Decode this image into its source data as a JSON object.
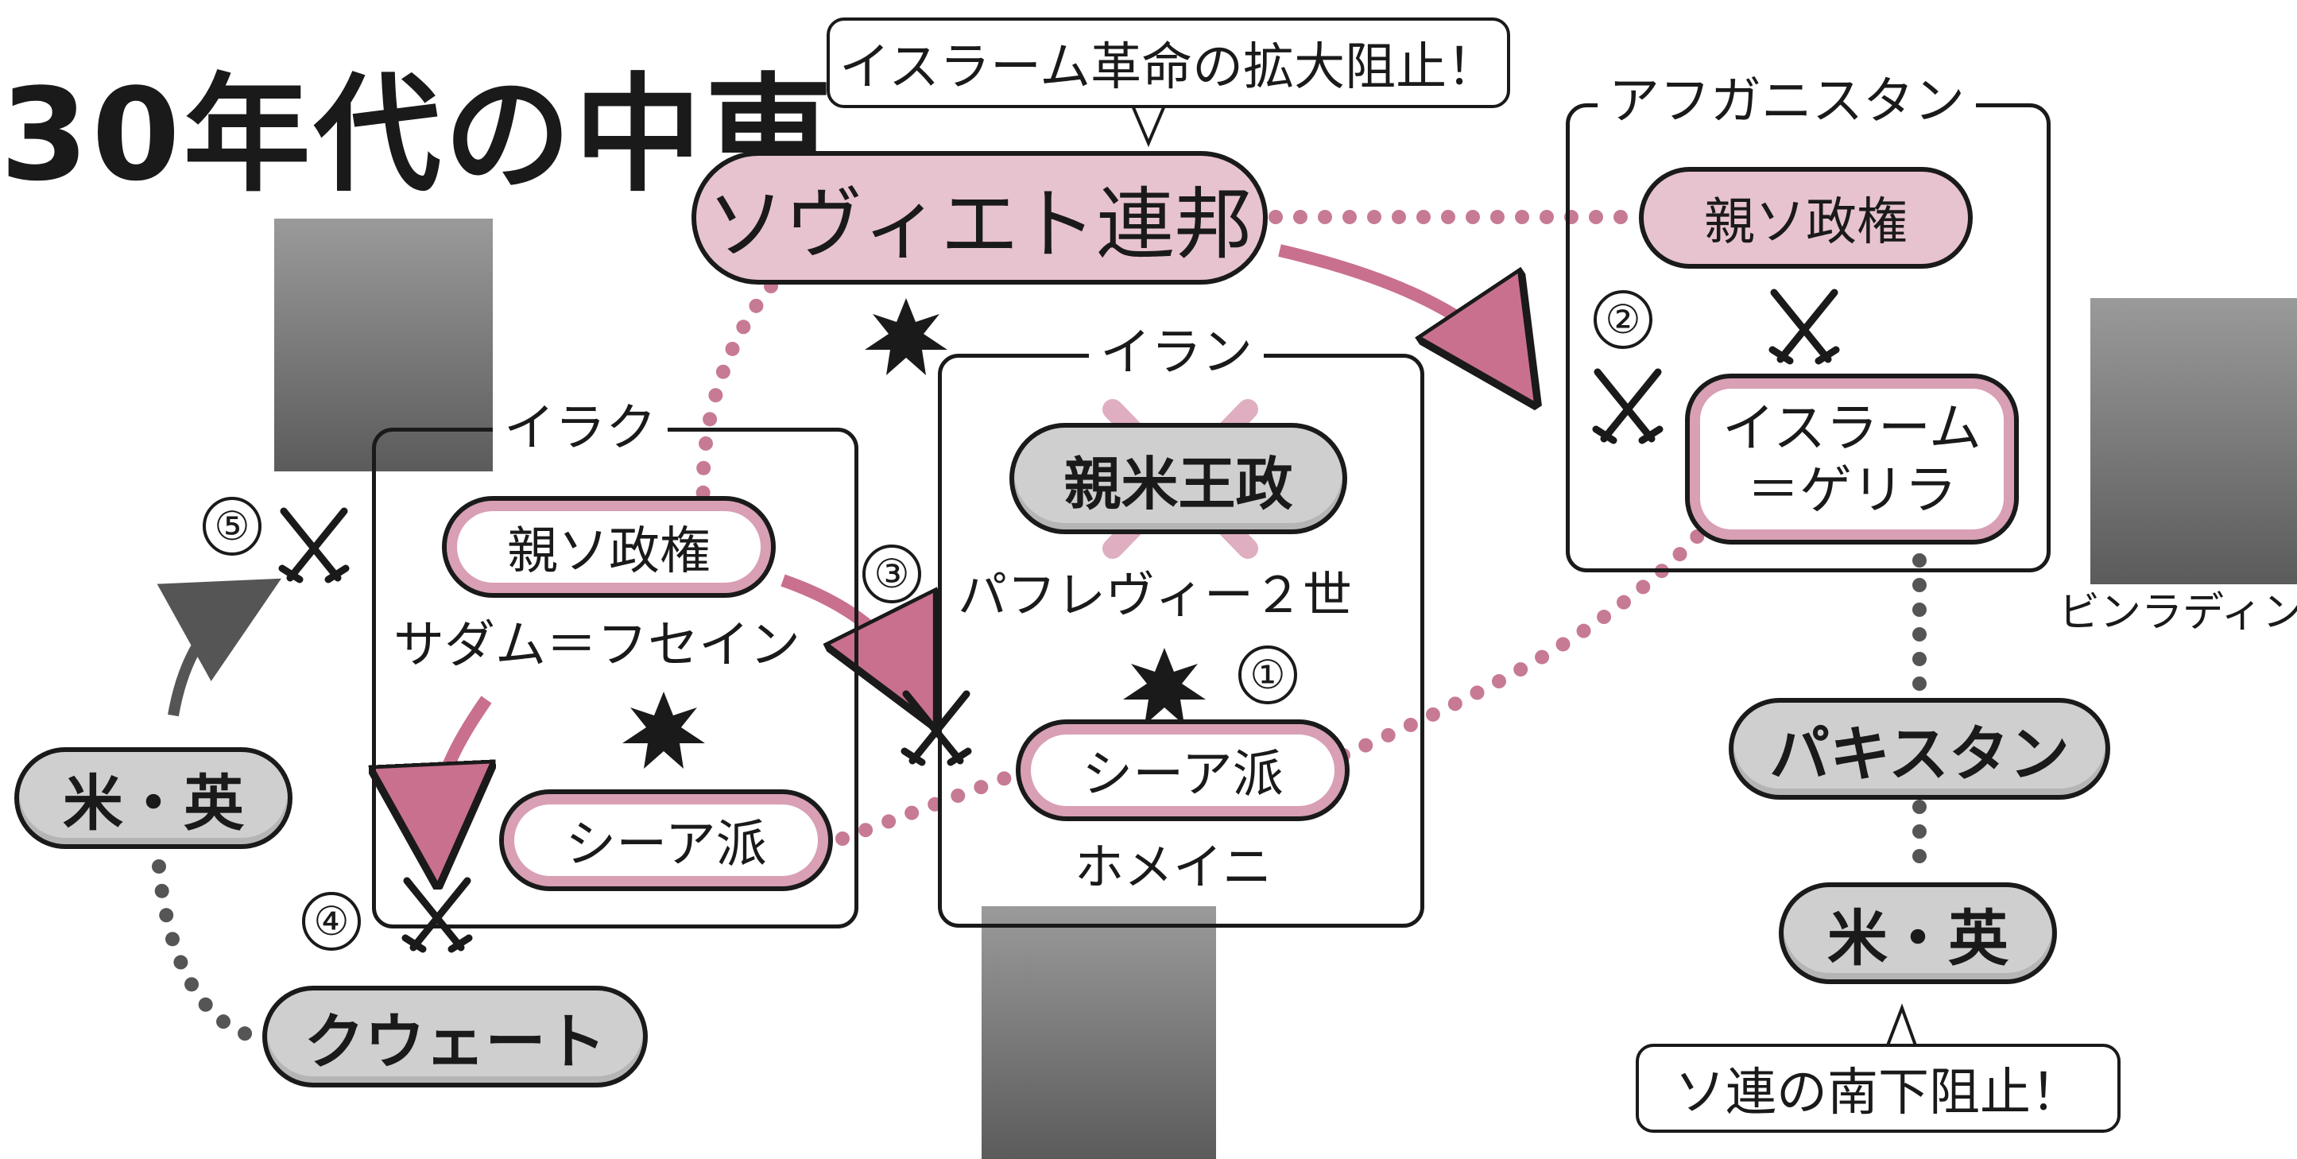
{
  "title": "30年代の中東",
  "bubbles": {
    "soviet": "イスラーム革命の拡大阻止！",
    "us_uk": "ソ連の南下阻止！"
  },
  "regions": {
    "iraq": "イラク",
    "iran": "イラン",
    "afghanistan": "アフガニスタン"
  },
  "nodes": {
    "soviet": "ソヴィエト連邦",
    "iraq_pro_soviet": "親ソ政権",
    "iraq_shia": "シーア派",
    "iran_pro_us": "親米王政",
    "iran_shia": "シーア派",
    "afghan_pro_soviet": "親ソ政権",
    "afghan_guerrilla_line1": "イスラーム",
    "afghan_guerrilla_line2": "＝ゲリラ",
    "us_uk_left": "米・英",
    "kuwait": "クウェート",
    "pakistan": "パキスタン",
    "us_uk_right": "米・英"
  },
  "labels": {
    "saddam": "サダム＝フセイン",
    "pahlavi": "パフレヴィー２世",
    "khomeini": "ホメイニ",
    "bin_laden": "ビンラディン"
  },
  "numbers": [
    "①",
    "②",
    "③",
    "④",
    "⑤"
  ],
  "colors": {
    "pink_fill": "#e7c3cf",
    "pink_accent": "#c9708f",
    "pink_dots": "#c77a94",
    "gray_fill": "#cfcfcf",
    "gray_dots": "#555555",
    "ink": "#1a1a1a"
  },
  "icons": [
    "crossed-swords-icon",
    "explosion-icon",
    "cross-out-icon",
    "portrait-photo"
  ]
}
